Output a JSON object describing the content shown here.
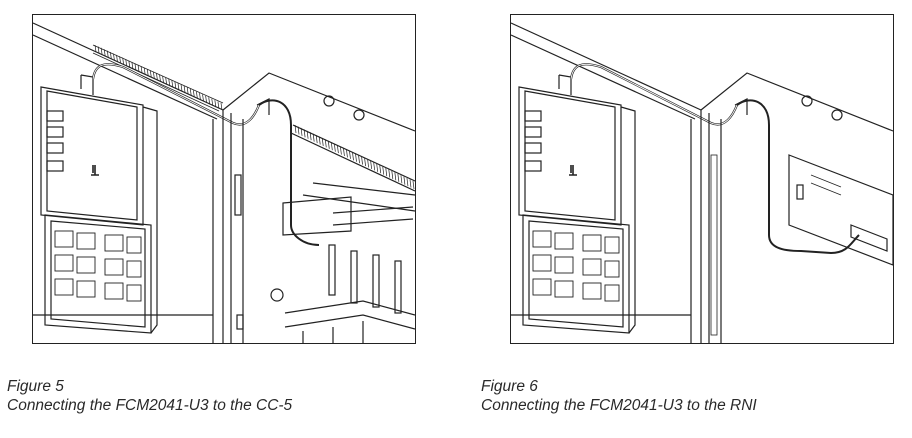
{
  "figures": [
    {
      "label": "Figure 5",
      "caption": "Connecting the FCM2041-U3 to the CC-5",
      "logo_text": "",
      "drawing": "line-art-fcm2041-u3-connected-to-cc5-card-cage"
    },
    {
      "label": "Figure 6",
      "caption": "Connecting the FCM2041-U3 to the RNI",
      "logo_text": "",
      "drawing": "line-art-fcm2041-u3-connected-to-rni-board"
    }
  ],
  "colors": {
    "ink": "#222222",
    "caption": "#2a2a2a",
    "paper": "#ffffff"
  }
}
